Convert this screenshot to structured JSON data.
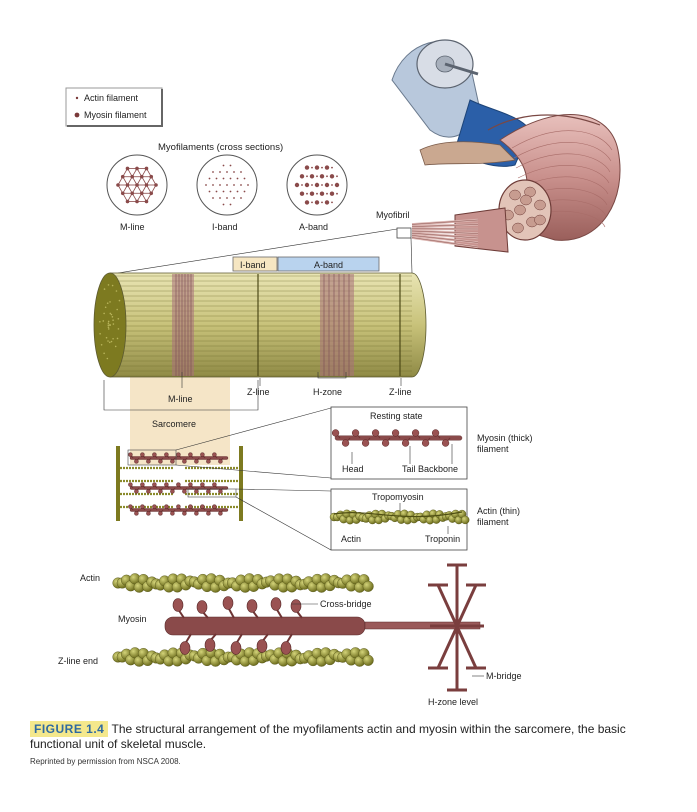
{
  "legend": {
    "actin": "Actin filament",
    "myosin": "Myosin filament"
  },
  "cross_sections": {
    "title": "Myofilaments (cross sections)",
    "labels": [
      "M-line",
      "I-band",
      "A-band"
    ]
  },
  "myofibril_label": "Myofibril",
  "bands": {
    "i_band": "I-band",
    "a_band": "A-band"
  },
  "fibril_labels": {
    "m_line": "M-line",
    "z_line_left": "Z-line",
    "h_zone": "H-zone",
    "z_line_right": "Z-line",
    "sarcomere": "Sarcomere"
  },
  "myosin_detail": {
    "title": "Resting state",
    "head": "Head",
    "tail": "Tail",
    "backbone": "Backbone",
    "side_label_1": "Myosin (thick)",
    "side_label_2": "filament"
  },
  "actin_detail": {
    "title": "Tropomyosin",
    "actin": "Actin",
    "troponin": "Troponin",
    "side_label_1": "Actin (thin)",
    "side_label_2": "filament"
  },
  "bottom": {
    "actin": "Actin",
    "myosin": "Myosin",
    "z_line_end": "Z-line end",
    "cross_bridge": "Cross-bridge",
    "m_bridge": "M-bridge",
    "h_zone_level": "H-zone level"
  },
  "caption": {
    "number": "FIGURE 1.4",
    "text": "The structural arrangement of the myofilaments actin and myosin within the sarcomere, the basic functional unit of skeletal muscle.",
    "credit": "Reprinted by permission from NSCA 2008."
  },
  "colors": {
    "actin": "#8a8a2a",
    "actin_bead": "#9a9a3a",
    "myosin": "#8a4a4a",
    "muscle": "#c9908c",
    "i_band_box": "#f6e6c2",
    "a_band_box": "#b9d3ee",
    "sarcomere_shade": "#f2dcb4",
    "fig_number": "#2f6aa0"
  }
}
